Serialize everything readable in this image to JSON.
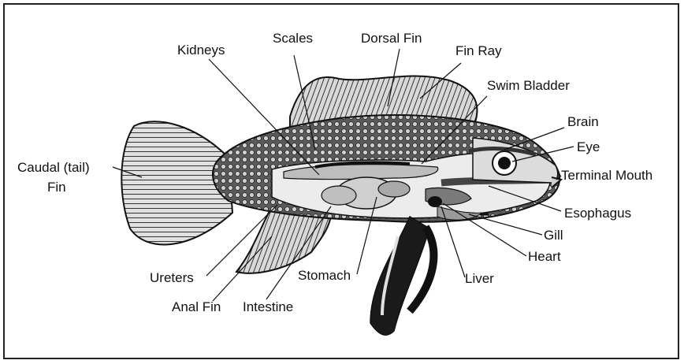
{
  "labels": {
    "kidneys": "Kidneys",
    "scales": "Scales",
    "dorsal_fin": "Dorsal Fin",
    "fin_ray": "Fin Ray",
    "swim_bladder": "Swim Bladder",
    "brain": "Brain",
    "eye": "Eye",
    "terminal_mouth": "Terminal Mouth",
    "esophagus": "Esophagus",
    "gill": "Gill",
    "heart": "Heart",
    "liver": "Liver",
    "stomach": "Stomach",
    "intestine": "Intestine",
    "anal_fin": "Anal Fin",
    "ureters": "Ureters",
    "caudal_fin_line1": "Caudal (tail)",
    "caudal_fin_line2": "Fin"
  }
}
